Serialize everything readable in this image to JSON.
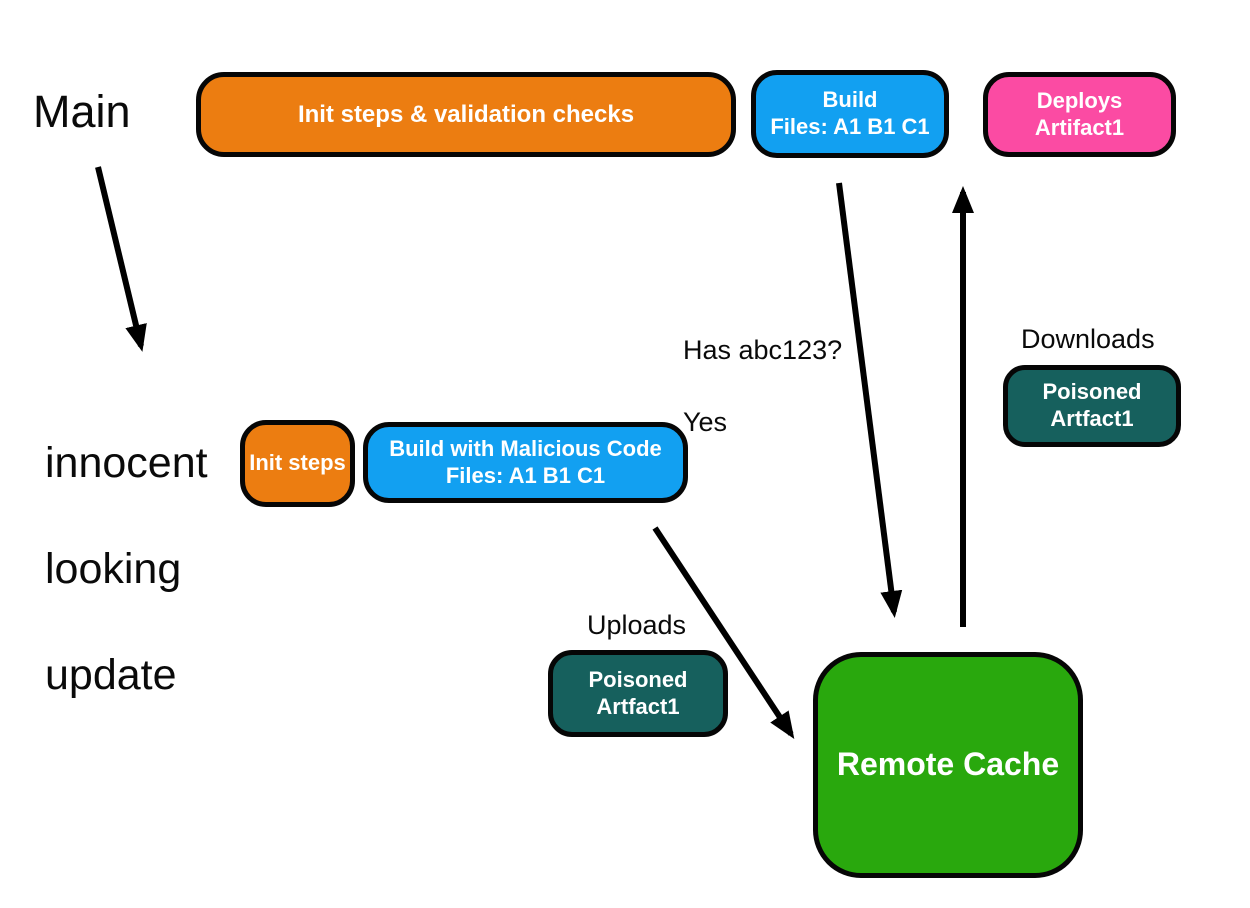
{
  "colors": {
    "orange": "#EC7D11",
    "blue": "#12A0F1",
    "pink": "#FB4BA3",
    "teal": "#16605D",
    "green": "#29A80D",
    "arrow": "#000000",
    "background": "#FFFFFF",
    "node_border": "#060606"
  },
  "labels": {
    "main_branch": "Main",
    "update_branch_line1": "innocent",
    "update_branch_line2": "looking",
    "update_branch_line3": "update",
    "cache_question": "Has abc123?",
    "cache_answer": "Yes",
    "downloads": "Downloads",
    "uploads": "Uploads"
  },
  "nodes": {
    "init_validation": {
      "line1": "Init steps & validation checks"
    },
    "build_top": {
      "line1": "Build",
      "line2": "Files: A1 B1 C1"
    },
    "deploys": {
      "line1": "Deploys",
      "line2": "Artifact1"
    },
    "init_steps": {
      "line1": "Init steps"
    },
    "build_malicious": {
      "line1": "Build with Malicious Code",
      "line2": "Files: A1 B1 C1"
    },
    "poisoned_artifact_download": {
      "line1": "Poisoned",
      "line2": "Artfact1"
    },
    "poisoned_artifact_upload": {
      "line1": "Poisoned",
      "line2": "Artfact1"
    },
    "remote_cache": {
      "line1": "Remote Cache"
    }
  }
}
